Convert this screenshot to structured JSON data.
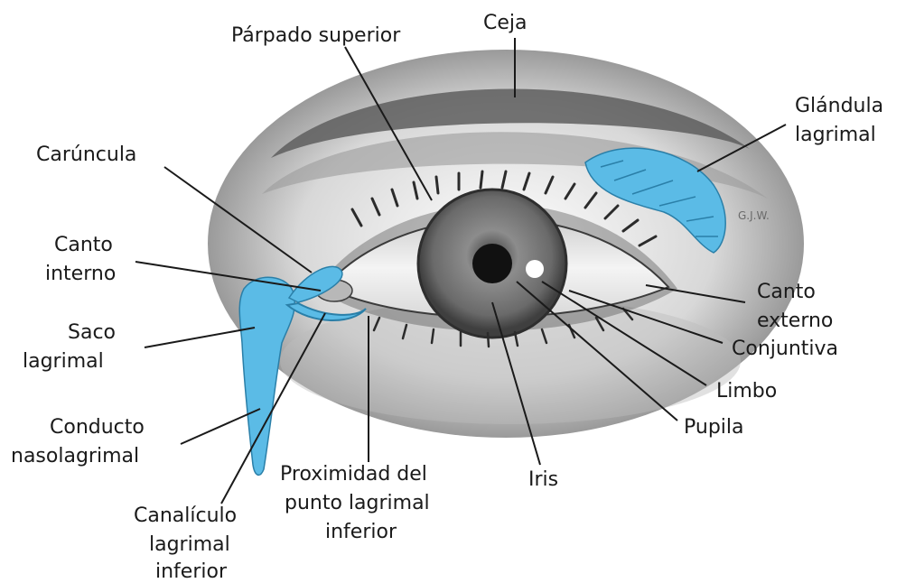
{
  "labels": {
    "parpado_superior": "Párpado superior",
    "ceja": "Ceja",
    "glandula_1": "Glándula",
    "glandula_2": "lagrimal",
    "caruncula": "Carúncula",
    "canto_interno_1": "Canto",
    "canto_interno_2": "interno",
    "saco_1": "Saco",
    "saco_2": "lagrimal",
    "conducto_1": "Conducto",
    "conducto_2": "nasolagrimal",
    "canaliculo_1": "Canalículo",
    "canaliculo_2": "lagrimal",
    "canaliculo_3": "inferior",
    "proximidad_1": "Proximidad del",
    "proximidad_2": "punto lagrimal",
    "proximidad_3": "inferior",
    "iris": "Iris",
    "pupila": "Pupila",
    "limbo": "Limbo",
    "conjuntiva": "Conjuntiva",
    "canto_externo_1": "Canto",
    "canto_externo_2": "externo"
  },
  "signature": "G.J.W.",
  "colors": {
    "lacrimal_blue": "#5bbbe6",
    "iris_gray": "#6f6f6f",
    "pupil": "#111111",
    "skin_shadow": "#8a8a8a"
  }
}
